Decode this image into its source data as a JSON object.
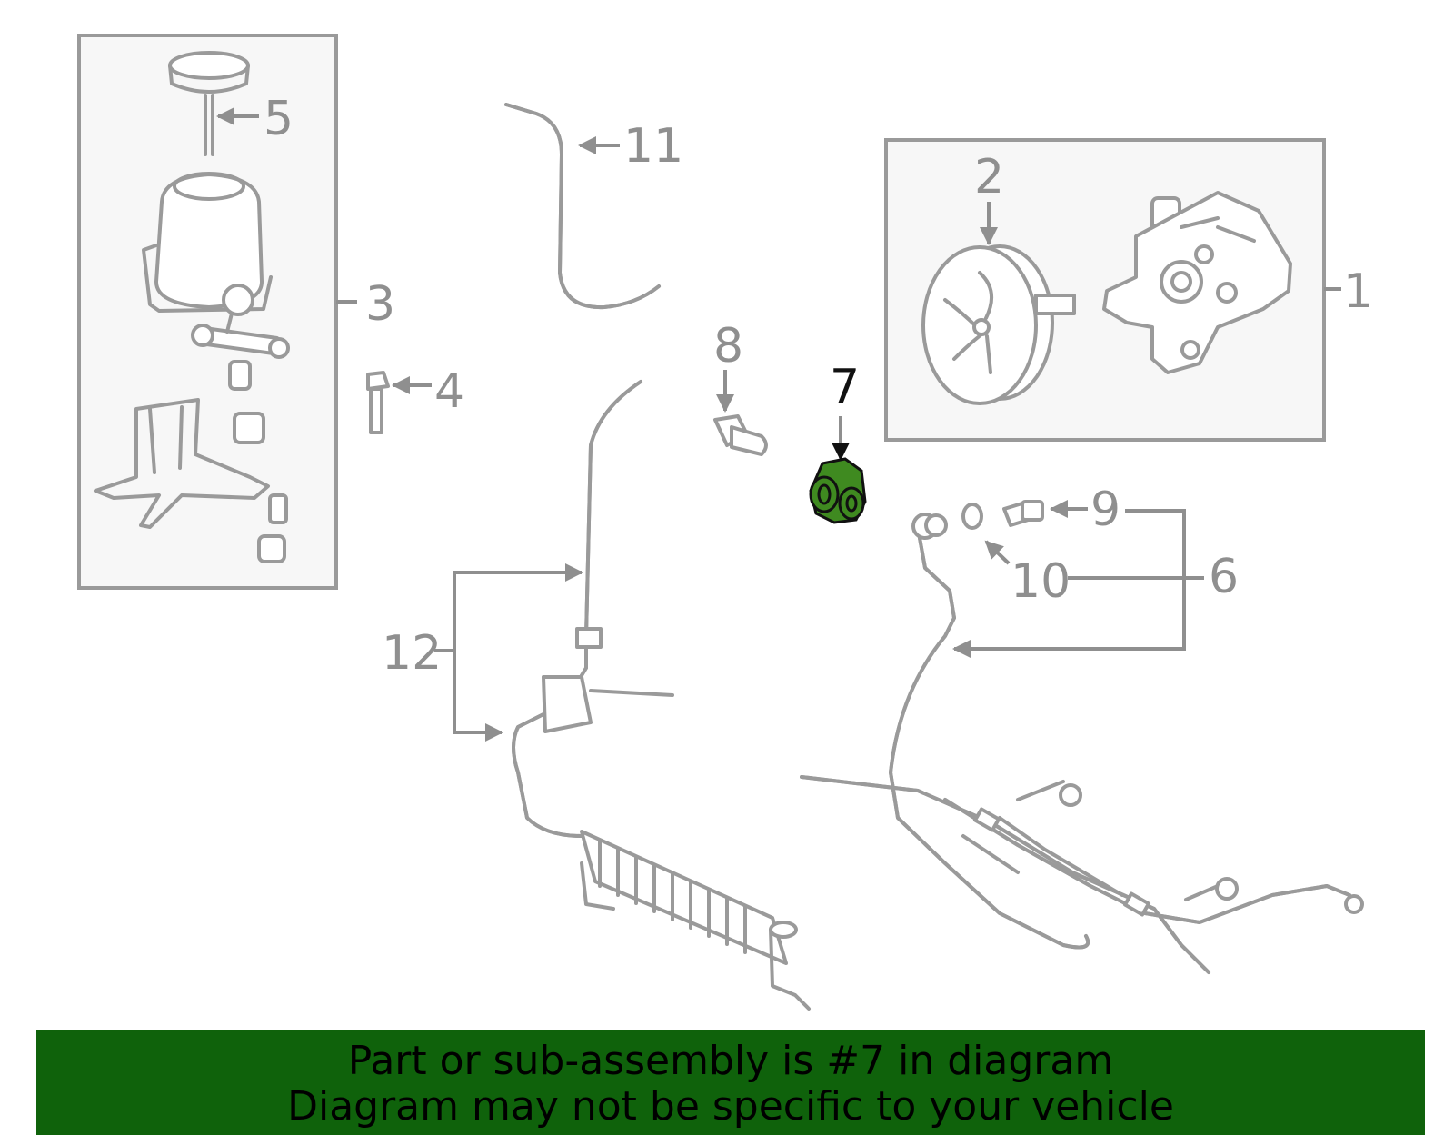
{
  "callouts": {
    "c1": "1",
    "c2": "2",
    "c3": "3",
    "c4": "4",
    "c5": "5",
    "c6": "6",
    "c7": "7",
    "c8": "8",
    "c9": "9",
    "c10": "10",
    "c11": "11",
    "c12": "12"
  },
  "highlight_color": "#3f8a20",
  "banner": {
    "line1": "Part or sub-assembly is #7 in diagram",
    "line2": "Diagram may not be specific to your vehicle",
    "background": "#0f620b"
  }
}
